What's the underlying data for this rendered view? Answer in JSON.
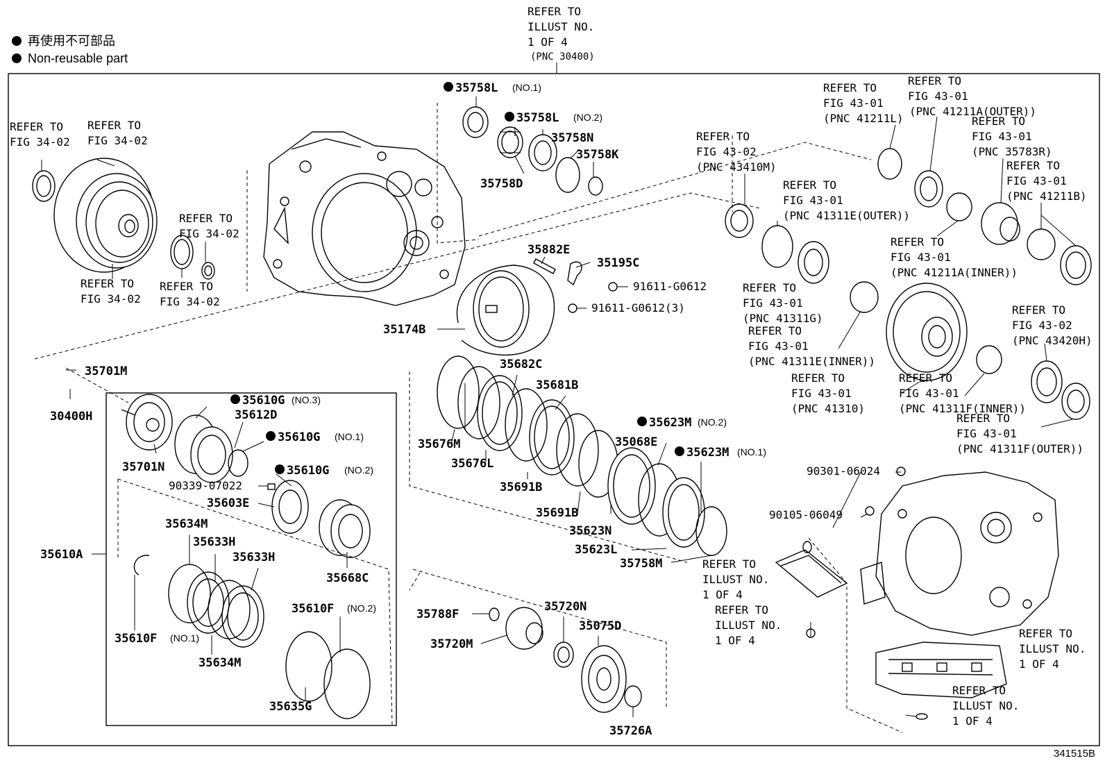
{
  "legend": {
    "ja": "再使用不可部品",
    "en": "Non-reusable part"
  },
  "top_ref": {
    "line1": "REFER TO",
    "line2": "ILLUST NO.",
    "line3": "1 OF 4",
    "line4": "(PNC 30400)"
  },
  "figure_id": "341515B",
  "refs": {
    "r_fig3402_a": [
      "REFER TO",
      "FIG 34-02"
    ],
    "r_fig3402_b": [
      "REFER TO",
      "FIG 34-02"
    ],
    "r_fig3402_c": [
      "REFER TO",
      "FIG 34-02"
    ],
    "r_fig3402_d": [
      "REFER TO",
      "FIG 34-02"
    ],
    "r_fig3402_e": [
      "REFER TO",
      "FIG 34-02"
    ],
    "r_43410m": [
      "REFER TO",
      "FIG 43-02",
      "(PNC 43410M)"
    ],
    "r_41211l": [
      "REFER TO",
      "FIG 43-01",
      "(PNC 41211L)"
    ],
    "r_41211a_outer": [
      "REFER TO",
      "FIG 43-01",
      "(PNC 41211A(OUTER))"
    ],
    "r_35783r": [
      "REFER TO",
      "FIG 43-01",
      "(PNC 35783R)"
    ],
    "r_41211b": [
      "REFER TO",
      "FIG 43-01",
      "(PNC 41211B)"
    ],
    "r_41311e_outer": [
      "REFER TO",
      "FIG 43-01",
      "(PNC 41311E(OUTER))"
    ],
    "r_41211a_inner": [
      "REFER TO",
      "FIG 43-01",
      "(PNC 41211A(INNER))"
    ],
    "r_41311g": [
      "REFER TO",
      "FIG 43-01",
      "(PNC 41311G)"
    ],
    "r_41311e_inner": [
      "REFER TO",
      "FIG 43-01",
      "(PNC 41311E(INNER))"
    ],
    "r_43420h": [
      "REFER TO",
      "FIG 43-02",
      "(PNC 43420H)"
    ],
    "r_41310": [
      "REFER TO",
      "FIG 43-01",
      "(PNC 41310)"
    ],
    "r_41311f_inner": [
      "REFER TO",
      "FIG 43-01",
      "(PNC 41311F(INNER))"
    ],
    "r_41311f_outer": [
      "REFER TO",
      "FIG 43-01",
      "(PNC 41311F(OUTER))"
    ],
    "r_illust_a": [
      "REFER TO",
      "ILLUST NO.",
      "1 OF 4"
    ],
    "r_illust_b": [
      "REFER TO",
      "ILLUST NO.",
      "1 OF 4"
    ],
    "r_illust_c": [
      "REFER TO",
      "ILLUST NO.",
      "1 OF 4"
    ],
    "r_illust_d": [
      "REFER TO",
      "ILLUST NO.",
      "1 OF 4"
    ]
  },
  "parts": {
    "p35758l_1": "35758L",
    "p35758l_1_note": "(NO.1)",
    "p35758l_2": "35758L",
    "p35758l_2_note": "(NO.2)",
    "p35758n": "35758N",
    "p35758k": "35758K",
    "p35758d": "35758D",
    "p35882e": "35882E",
    "p35195c": "35195C",
    "p91611a": "91611-G0612",
    "p91611b": "91611-G0612(3)",
    "p35174b": "35174B",
    "p35701m": "35701M",
    "p30400h": "30400H",
    "p35610g_3": "35610G",
    "p35610g_3_note": "(NO.3)",
    "p35612d": "35612D",
    "p35610g_1": "35610G",
    "p35610g_1_note": "(NO.1)",
    "p35701n": "35701N",
    "p35610g_2": "35610G",
    "p35610g_2_note": "(NO.2)",
    "p90339": "90339-07022",
    "p35603e": "35603E",
    "p35634m_a": "35634M",
    "p35633h_a": "35633H",
    "p35633h_b": "35633H",
    "p35610a": "35610A",
    "p35668c": "35668C",
    "p35610f_2": "35610F",
    "p35610f_2_note": "(NO.2)",
    "p35610f_1": "35610F",
    "p35610f_1_note": "(NO.1)",
    "p35634m_b": "35634M",
    "p35635g": "35635G",
    "p35682c": "35682C",
    "p35681b": "35681B",
    "p35676m": "35676M",
    "p35676l": "35676L",
    "p35691b_a": "35691B",
    "p35691b_b": "35691B",
    "p35623m_2": "35623M",
    "p35623m_2_note": "(NO.2)",
    "p35068e": "35068E",
    "p35623m_1": "35623M",
    "p35623m_1_note": "(NO.1)",
    "p35623n": "35623N",
    "p35623l": "35623L",
    "p35758m": "35758M",
    "p35788f": "35788F",
    "p35720n": "35720N",
    "p35075d": "35075D",
    "p35720m": "35720M",
    "p35726a": "35726A",
    "p90301": "90301-06024",
    "p90105": "90105-06049"
  }
}
